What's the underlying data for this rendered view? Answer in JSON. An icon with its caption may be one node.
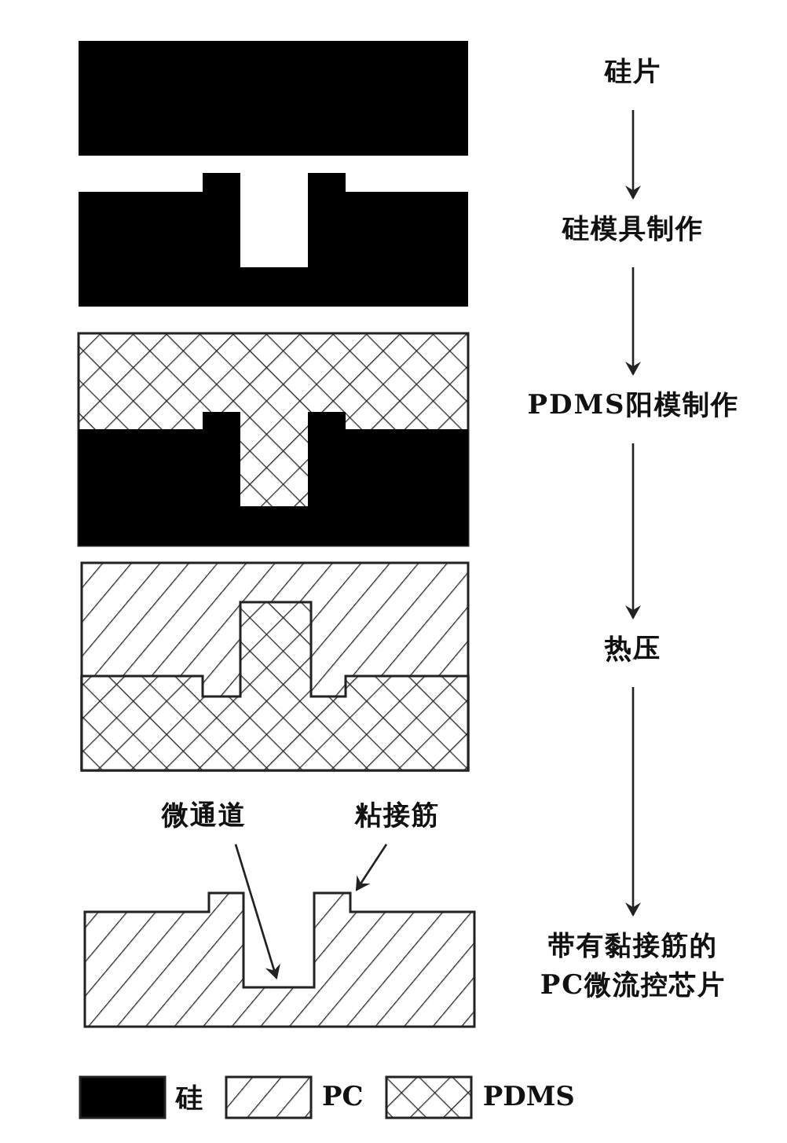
{
  "diagram": {
    "nodes": [
      {
        "text": [
          "硅片"
        ]
      },
      {
        "text": [
          "硅模具制作"
        ]
      },
      {
        "text": [
          "PDMS阳模制作"
        ]
      },
      {
        "text": [
          "热压"
        ]
      },
      {
        "text": [
          "带有黏接筋的PC微流控芯片"
        ]
      },
      {
        "text": [
          "微通道"
        ]
      },
      {
        "text": [
          "粘接筋"
        ]
      },
      {
        "text": [],
        "shape": "picture"
      }
    ],
    "edges": [
      {
        "from": 0,
        "to": 1,
        "arrow": "to"
      },
      {
        "from": 1,
        "to": 2,
        "arrow": "to"
      },
      {
        "from": 2,
        "to": 3,
        "arrow": "to"
      },
      {
        "from": 3,
        "to": 4,
        "arrow": "to"
      },
      {
        "from": 5,
        "to": 7,
        "arrow": "to"
      },
      {
        "from": 6,
        "to": 7,
        "arrow": "to"
      }
    ],
    "legend": [
      {
        "text": "硅",
        "color": "#000000"
      },
      {
        "text": "PC"
      },
      {
        "text": "PDMS"
      }
    ]
  }
}
